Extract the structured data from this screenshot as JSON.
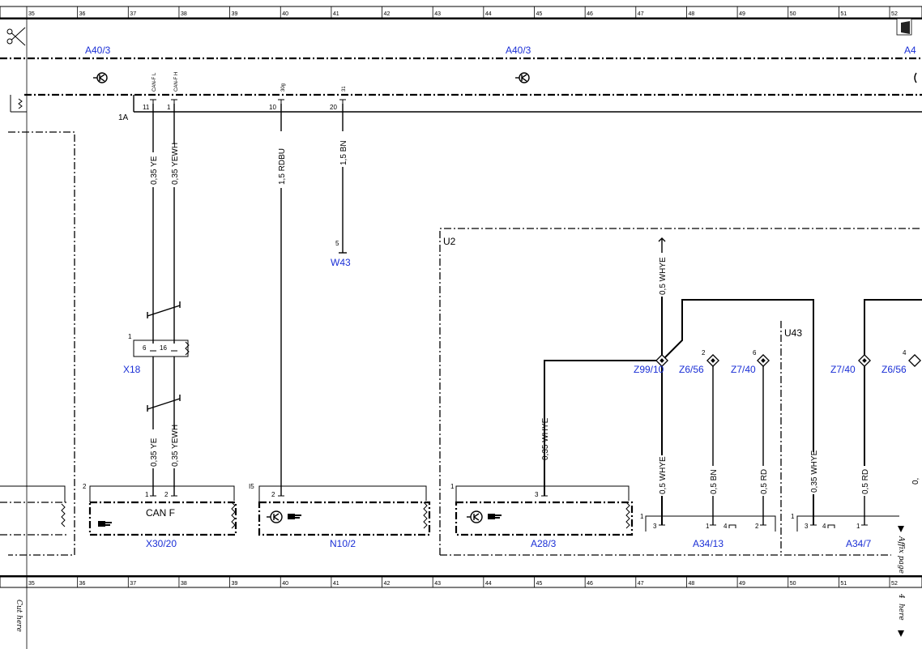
{
  "ruler": {
    "top": [
      "35",
      "36",
      "37",
      "38",
      "39",
      "40",
      "41",
      "42",
      "43",
      "44",
      "45",
      "46",
      "47",
      "48",
      "49",
      "50",
      "51",
      "52"
    ],
    "bottom": [
      "35",
      "36",
      "37",
      "38",
      "39",
      "40",
      "41",
      "42",
      "43",
      "44",
      "45",
      "46",
      "47",
      "48",
      "49",
      "50",
      "51",
      "52"
    ]
  },
  "margin": {
    "cut_here": "Cut here",
    "affix_page": "Affix page",
    "affix_num": "4",
    "affix_here": "here"
  },
  "bus": {
    "labels": [
      "A40/3",
      "A40/3",
      "A4"
    ],
    "connector": "1A",
    "pins": [
      {
        "num": "11",
        "signal": "CAN-F L"
      },
      {
        "num": "1",
        "signal": "CAN-F H"
      },
      {
        "num": "10",
        "signal": "30g"
      },
      {
        "num": "20",
        "signal": "31"
      }
    ]
  },
  "wires": {
    "can_l_top": "0,35 YE",
    "can_h_top": "0,35 YEWH",
    "rdbu": "1,5 RDBU",
    "bn15": "1,5 BN",
    "can_l_bot": "0,35 YE",
    "can_h_bot": "0,35 YEWH",
    "whye_a28": "0,35 WHYE",
    "whye_z99_top": "0,5 WHYE",
    "whye_z99_bot": "0,5 WHYE",
    "bn_z656": "0,5 BN",
    "rd_z740": "0,5 RD",
    "whye_u43": "0,35 WHYE",
    "rd_u43": "0,5 RD",
    "cut_right": "0,"
  },
  "components": {
    "w43": {
      "label": "W43",
      "pin": "5"
    },
    "x18": {
      "label": "X18",
      "pin_corner": "1",
      "pin_l": "6",
      "pin_r": "16"
    },
    "x3020": {
      "label": "X30/20",
      "text": "CAN F",
      "pin_corner": "2",
      "pin_l": "1",
      "pin_r": "2"
    },
    "n102": {
      "label": "N10/2",
      "pin_corner": "I5",
      "pin": "2"
    },
    "a283": {
      "label": "A28/3",
      "pin_corner": "1",
      "pin": "3"
    },
    "u2": {
      "label": "U2"
    },
    "u43": {
      "label": "U43"
    },
    "z9910": {
      "label": "Z99/10"
    },
    "z656": {
      "label": "Z6/56",
      "pin": "2"
    },
    "z740": {
      "label": "Z7/40",
      "pin": "6"
    },
    "z740b": {
      "label": "Z7/40"
    },
    "z656b": {
      "label": "Z6/56",
      "pin": "4"
    },
    "a3413": {
      "label": "A34/13",
      "pin_corner": "1",
      "pins": [
        "3",
        "1",
        "4",
        "2"
      ]
    },
    "a347": {
      "label": "A34/7",
      "pin_corner": "1",
      "pins": [
        "3",
        "4",
        "1"
      ]
    }
  }
}
